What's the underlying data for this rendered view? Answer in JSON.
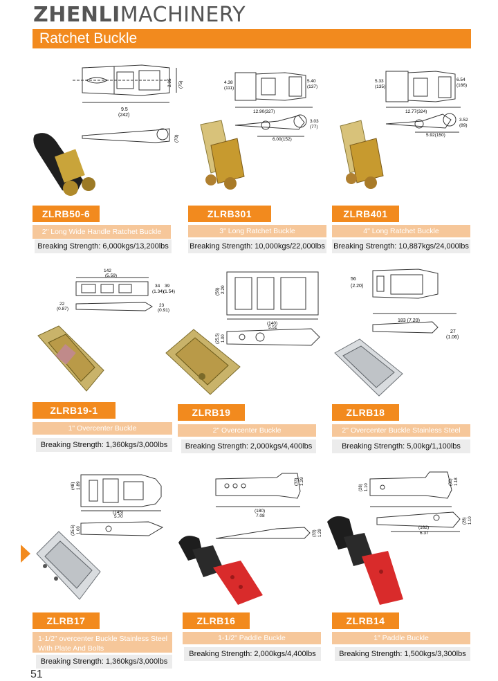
{
  "header": {
    "brand_bold": "ZHENLI",
    "brand_light": "MACHINERY",
    "section_title": "Ratchet Buckle"
  },
  "page_number": "51",
  "colors": {
    "accent": "#f28a1e",
    "accent_light": "#f6c79a",
    "spec_bg": "#ececec"
  },
  "products": [
    {
      "model": "ZLRB50-6",
      "description": "2\" Long Wide Handle Ratchet Buckle",
      "strength": "Breaking Strength: 6,000kgs/13,200lbs",
      "dims": [
        "9.5",
        "(242)",
        "2.95",
        "(75)",
        "(70)"
      ]
    },
    {
      "model": "ZLRB301",
      "description": "3\" Long Ratchet Buckle",
      "strength": "Breaking Strength: 10,000kgs/22,000lbs",
      "dims": [
        "4.38",
        "(111)",
        "5.40",
        "(137)",
        "12.90(327)",
        "3.03",
        "(77)",
        "6.00(152)"
      ]
    },
    {
      "model": "ZLRB401",
      "description": "4\" Long Ratchet Buckle",
      "strength": "Breaking Strength: 10,887kgs/24,000lbs",
      "dims": [
        "5.33",
        "(135)",
        "6.54",
        "(166)",
        "12.77(324)",
        "3.52",
        "(89)",
        "5.92(150)"
      ]
    },
    {
      "model": "ZLRB19-1",
      "description": "1\" Overcenter Buckle",
      "strength": "Breaking Strength: 1,360kgs/3,000lbs",
      "dims": [
        "142",
        "(5.59)",
        "34",
        "(1.34)",
        "39",
        "(1.54)",
        "22",
        "(0.87)",
        "23",
        "(0.91)"
      ]
    },
    {
      "model": "ZLRB19",
      "description": "2\" Overcenter Buckle",
      "strength": "Breaking Strength: 2,000kgs/4,400lbs",
      "dims": [
        "(56)",
        "2.20",
        "(140)",
        "5.51",
        "(25.5)",
        "1.00"
      ]
    },
    {
      "model": "ZLRB18",
      "description": "2\" Overcenter Buckle Stainless Steel",
      "strength": "Breaking Strength: 5,00kg/1,100lbs",
      "dims": [
        "56",
        "(2.20)",
        "183 (7.20)",
        "27",
        "(1.06)"
      ]
    },
    {
      "model": "ZLRB17",
      "description": "1-1/2\" overcenter Buckle Stainless Steel With Plate And Bolts",
      "strength": "Breaking Strength: 1,360kgs/3,000lbs",
      "dims": [
        "(48)",
        "1.89",
        "(145)",
        "5.70",
        "(25.5)",
        "1.00"
      ]
    },
    {
      "model": "ZLRB16",
      "description": "1-1/2\" Paddle Buckle",
      "strength": "Breaking Strength: 2,000kgs/4,400lbs",
      "dims": [
        "(33)",
        "1.29",
        "(180)",
        "7.08",
        "(33)",
        "1.29"
      ]
    },
    {
      "model": "ZLRB14",
      "description": "1\" Paddle Buckle",
      "strength": "Breaking Strength: 1,500kgs/3,300lbs",
      "dims": [
        "(28)",
        "1.10",
        "(30)",
        "1.18",
        "(162)",
        "6.37",
        "(28)",
        "1.10"
      ]
    }
  ]
}
